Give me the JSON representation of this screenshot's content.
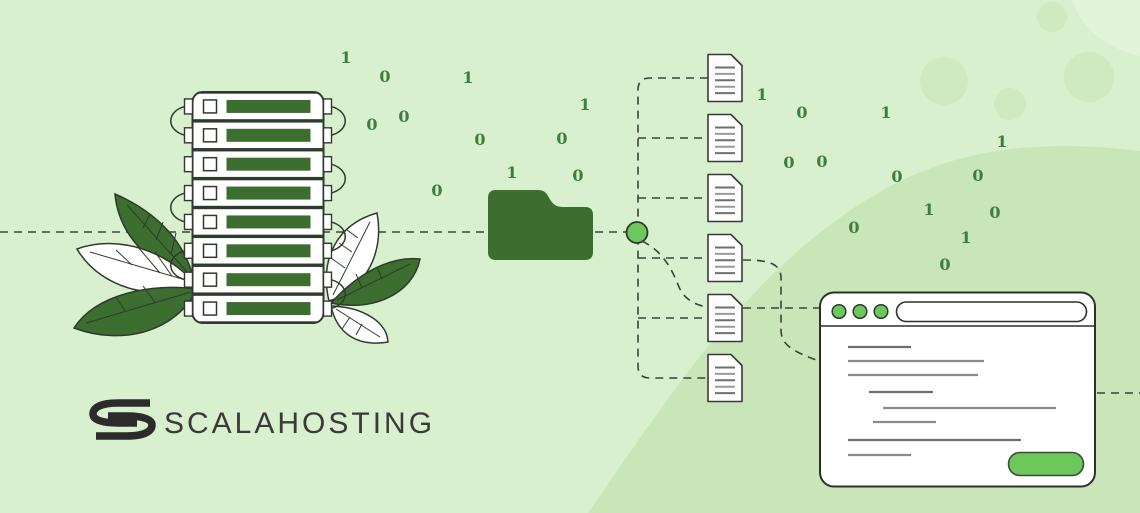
{
  "page": {
    "title": "ScalaHosting data flow illustration"
  },
  "logo": {
    "brand_text": "SCALAHOSTING",
    "mark": "scalahosting-s-icon"
  },
  "illustration": {
    "binary_digits": [
      "1",
      "0",
      "1",
      "1",
      "0",
      "0",
      "0",
      "0",
      "1",
      "0",
      "0",
      "1",
      "0",
      "1",
      "1",
      "0",
      "0",
      "0",
      "0",
      "1",
      "0",
      "0",
      "1",
      "0"
    ],
    "server": {
      "unit_count": 8
    },
    "documents": {
      "count": 6
    },
    "folder": {
      "shape": "folder-icon"
    },
    "browser": {
      "traffic_light_count": 3,
      "content_line_count": 8,
      "button_count": 1
    }
  },
  "colors": {
    "background": "#d8f0cd",
    "background_blob": "#c9e6b9",
    "background_circle": "#cfe9c1",
    "corner_wash": "#e3f5d9",
    "dark_green": "#3b6e2f",
    "accent_green": "#6cc85a",
    "outline": "#2f3a2f",
    "dashed_line": "#3a423a",
    "content_gray": "#8a8a8a",
    "digit_green": "#3e7d3e",
    "logo_color": "#2e2e2e"
  }
}
